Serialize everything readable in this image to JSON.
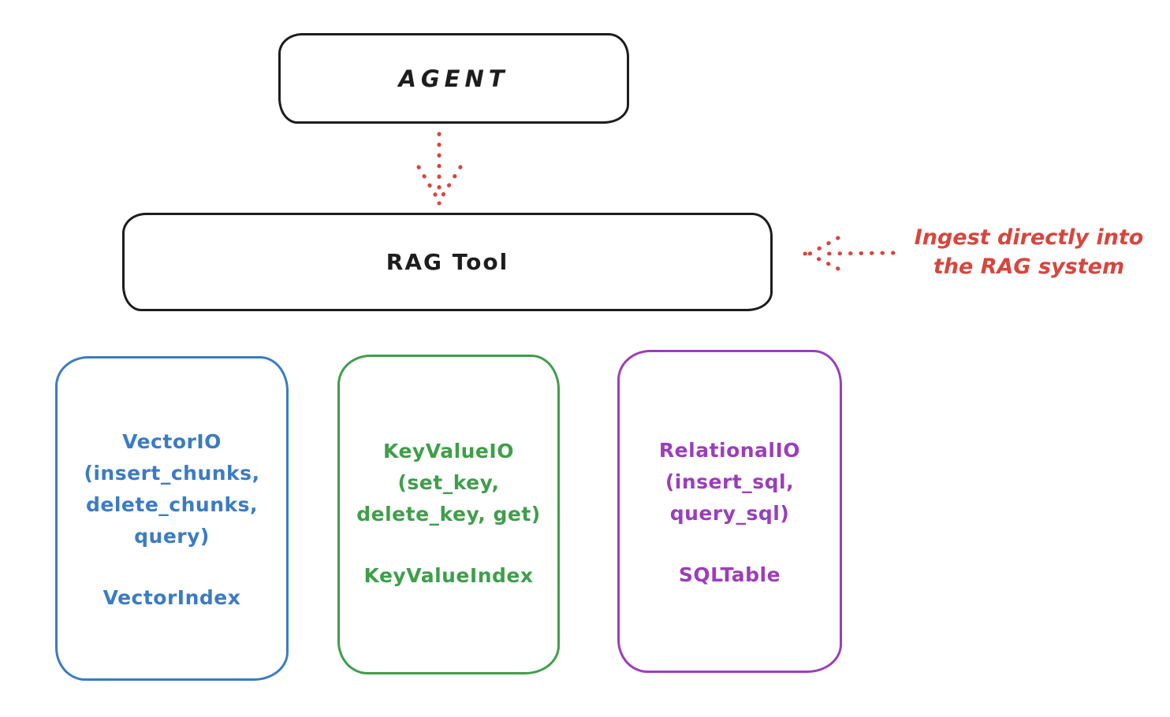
{
  "diagram": {
    "agent": {
      "label": "AGENT"
    },
    "rag_tool": {
      "label": "RAG Tool"
    },
    "annotation": {
      "line1": "Ingest directly into",
      "line2": "the RAG system"
    },
    "boxes": [
      {
        "id": "vector-io",
        "color": "#3b7bc4",
        "lines": [
          "VectorIO",
          "(insert_chunks,",
          "delete_chunks,",
          "query)"
        ],
        "footer": "VectorIndex"
      },
      {
        "id": "keyvalue-io",
        "color": "#3f9e4a",
        "lines": [
          "KeyValueIO",
          "(set_key,",
          "delete_key, get)"
        ],
        "footer": "KeyValueIndex"
      },
      {
        "id": "relational-io",
        "color": "#9c3dba",
        "lines": [
          "RelationalIO",
          "(insert_sql,",
          "query_sql)"
        ],
        "footer": "SQLTable"
      }
    ],
    "colors": {
      "stroke_black": "#1d1d1d",
      "annotation_red": "#d8453c",
      "vector_blue": "#3b7bc4",
      "keyvalue_green": "#3f9e4a",
      "relational_purple": "#9c3dba",
      "background": "#ffffff"
    }
  }
}
